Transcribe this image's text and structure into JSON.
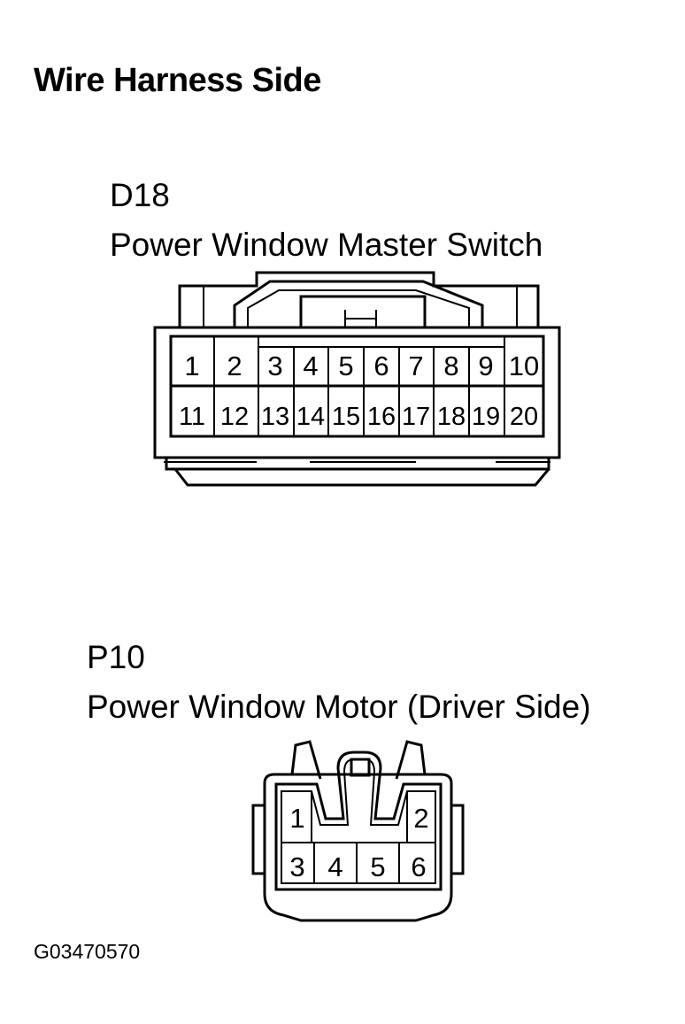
{
  "heading": "Wire Harness Side",
  "connectors": [
    {
      "code": "D18",
      "name": "Power Window Master Switch",
      "pins_row1": [
        "1",
        "2",
        "3",
        "4",
        "5",
        "6",
        "7",
        "8",
        "9",
        "10"
      ],
      "pins_row2": [
        "11",
        "12",
        "13",
        "14",
        "15",
        "16",
        "17",
        "18",
        "19",
        "20"
      ]
    },
    {
      "code": "P10",
      "name": "Power Window Motor (Driver Side)",
      "pins_row1": [
        "1",
        "2"
      ],
      "pins_row2": [
        "3",
        "4",
        "5",
        "6"
      ]
    }
  ],
  "figure_id": "G03470570"
}
